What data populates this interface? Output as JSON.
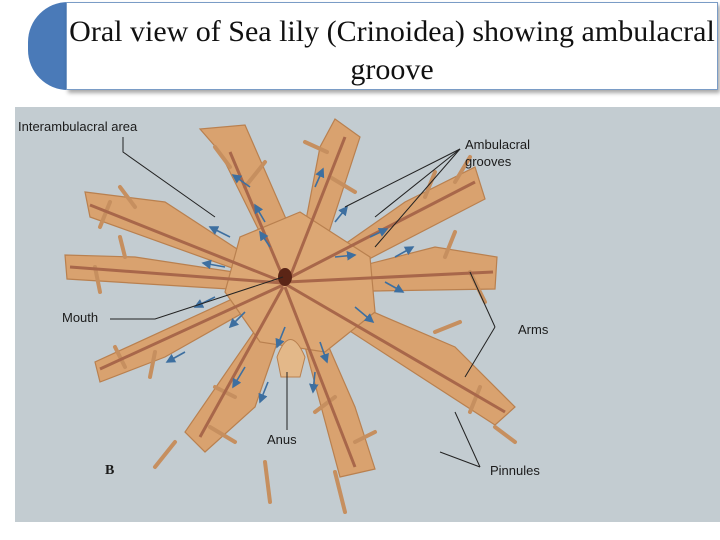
{
  "title": "Oral view of Sea lily (Crinoidea) showing ambulacral groove",
  "labels": {
    "interambulacral_area": "Interambulacral area",
    "ambulacral_grooves_line1": "Ambulacral",
    "ambulacral_grooves_line2": "grooves",
    "mouth": "Mouth",
    "arms": "Arms",
    "anus": "Anus",
    "pinnules": "Pinnules",
    "figure_letter": "B"
  },
  "colors": {
    "background": "#c3ccd1",
    "body_fill": "#d9a26f",
    "groove": "#a8674a",
    "arrow": "#3d6fa0",
    "title_accent": "#4a7ab8"
  }
}
